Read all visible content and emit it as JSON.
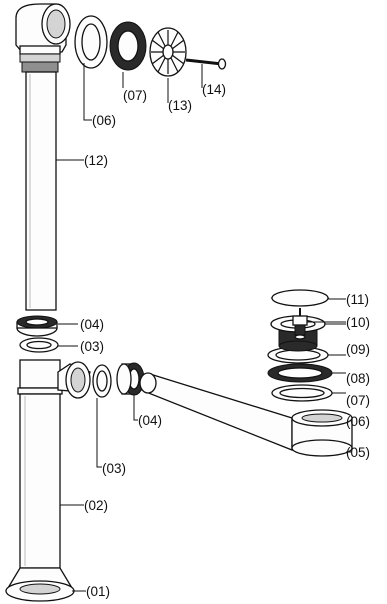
{
  "diagram": {
    "labels": {
      "p01": "(01)",
      "p02": "(02)",
      "p03a": "(03)",
      "p03b": "(03)",
      "p04a": "(04)",
      "p04b": "(04)",
      "p05": "(05)",
      "p06a": "(06)",
      "p06b": "(06)",
      "p07a": "(07)",
      "p07b": "(07)",
      "p08": "(08)",
      "p09": "(09)",
      "p10": "(10)",
      "p11": "(11)",
      "p12": "(12)",
      "p13": "(13)",
      "p14": "(14)"
    }
  }
}
